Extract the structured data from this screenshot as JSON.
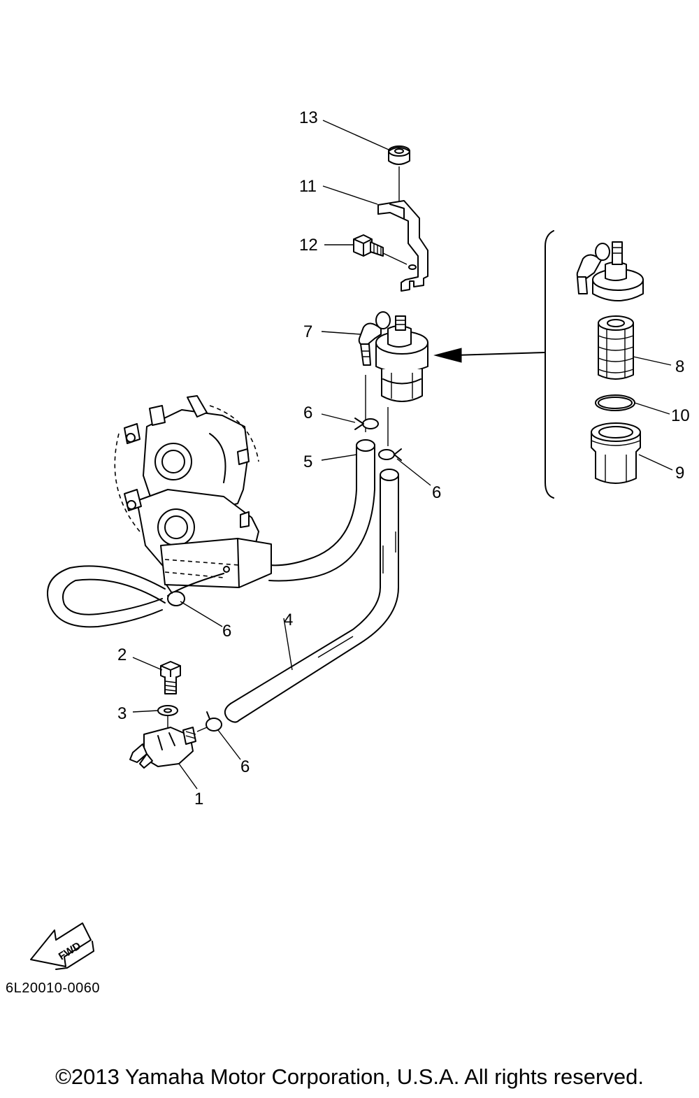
{
  "callouts": {
    "c1": "1",
    "c2": "2",
    "c3": "3",
    "c4": "4",
    "c5": "5",
    "c6a": "6",
    "c6b": "6",
    "c6c": "6",
    "c6d": "6",
    "c7": "7",
    "c8": "8",
    "c9": "9",
    "c10": "10",
    "c11": "11",
    "c12": "12",
    "c13": "13"
  },
  "fwd_label": "FWD",
  "drawing_code": "6L20010-0060",
  "copyright": "©2013 Yamaha Motor Corporation, U.S.A. All rights reserved."
}
